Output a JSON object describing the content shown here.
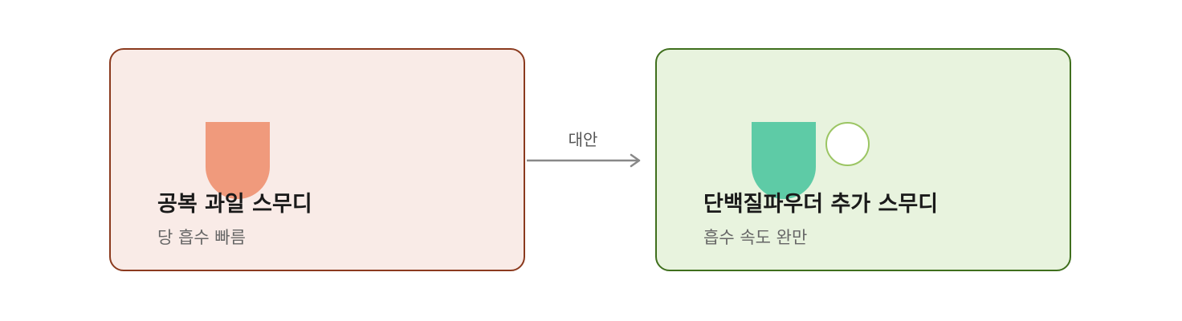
{
  "colors": {
    "left_card_fill": "#f9ebe7",
    "left_card_border": "#8b3a1e",
    "left_cup": "#f09a7c",
    "right_card_fill": "#e8f3de",
    "right_card_border": "#3f6f1d",
    "right_cup": "#5ecba6",
    "right_circle_border": "#9bc563",
    "arrow": "#888888"
  },
  "nodes": [
    {
      "title": "공복 과일 스무디",
      "subtitle": "당 흡수 빠름",
      "icons": [
        "cup-icon"
      ]
    },
    {
      "title": "단백질파우더 추가 스무디",
      "subtitle": "흡수 속도 완만",
      "icons": [
        "cup-icon",
        "circle-icon"
      ]
    }
  ],
  "edge": {
    "label": "대안"
  }
}
